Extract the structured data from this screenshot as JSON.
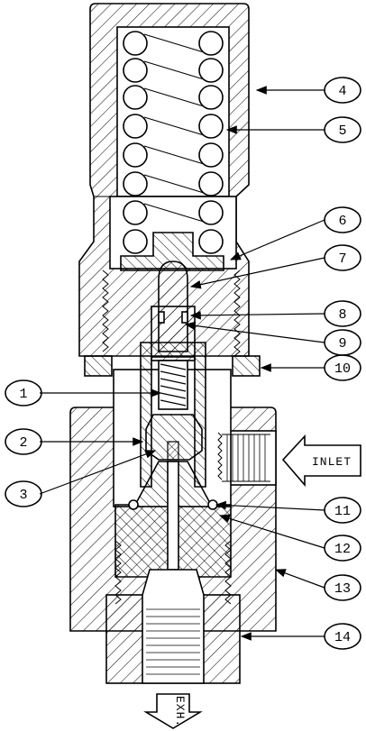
{
  "callouts": [
    {
      "id": "4",
      "label": "4"
    },
    {
      "id": "5",
      "label": "5"
    },
    {
      "id": "6",
      "label": "6"
    },
    {
      "id": "7",
      "label": "7"
    },
    {
      "id": "8",
      "label": "8"
    },
    {
      "id": "9",
      "label": "9"
    },
    {
      "id": "10",
      "label": "10"
    },
    {
      "id": "1",
      "label": "1"
    },
    {
      "id": "2",
      "label": "2"
    },
    {
      "id": "3",
      "label": "3"
    },
    {
      "id": "11",
      "label": "11"
    },
    {
      "id": "12",
      "label": "12"
    },
    {
      "id": "13",
      "label": "13"
    },
    {
      "id": "14",
      "label": "14"
    }
  ],
  "ports": {
    "inlet_label": "INLET",
    "exhaust_label": "EXH."
  },
  "colors": {
    "line": "#000000",
    "background": "#ffffff"
  }
}
